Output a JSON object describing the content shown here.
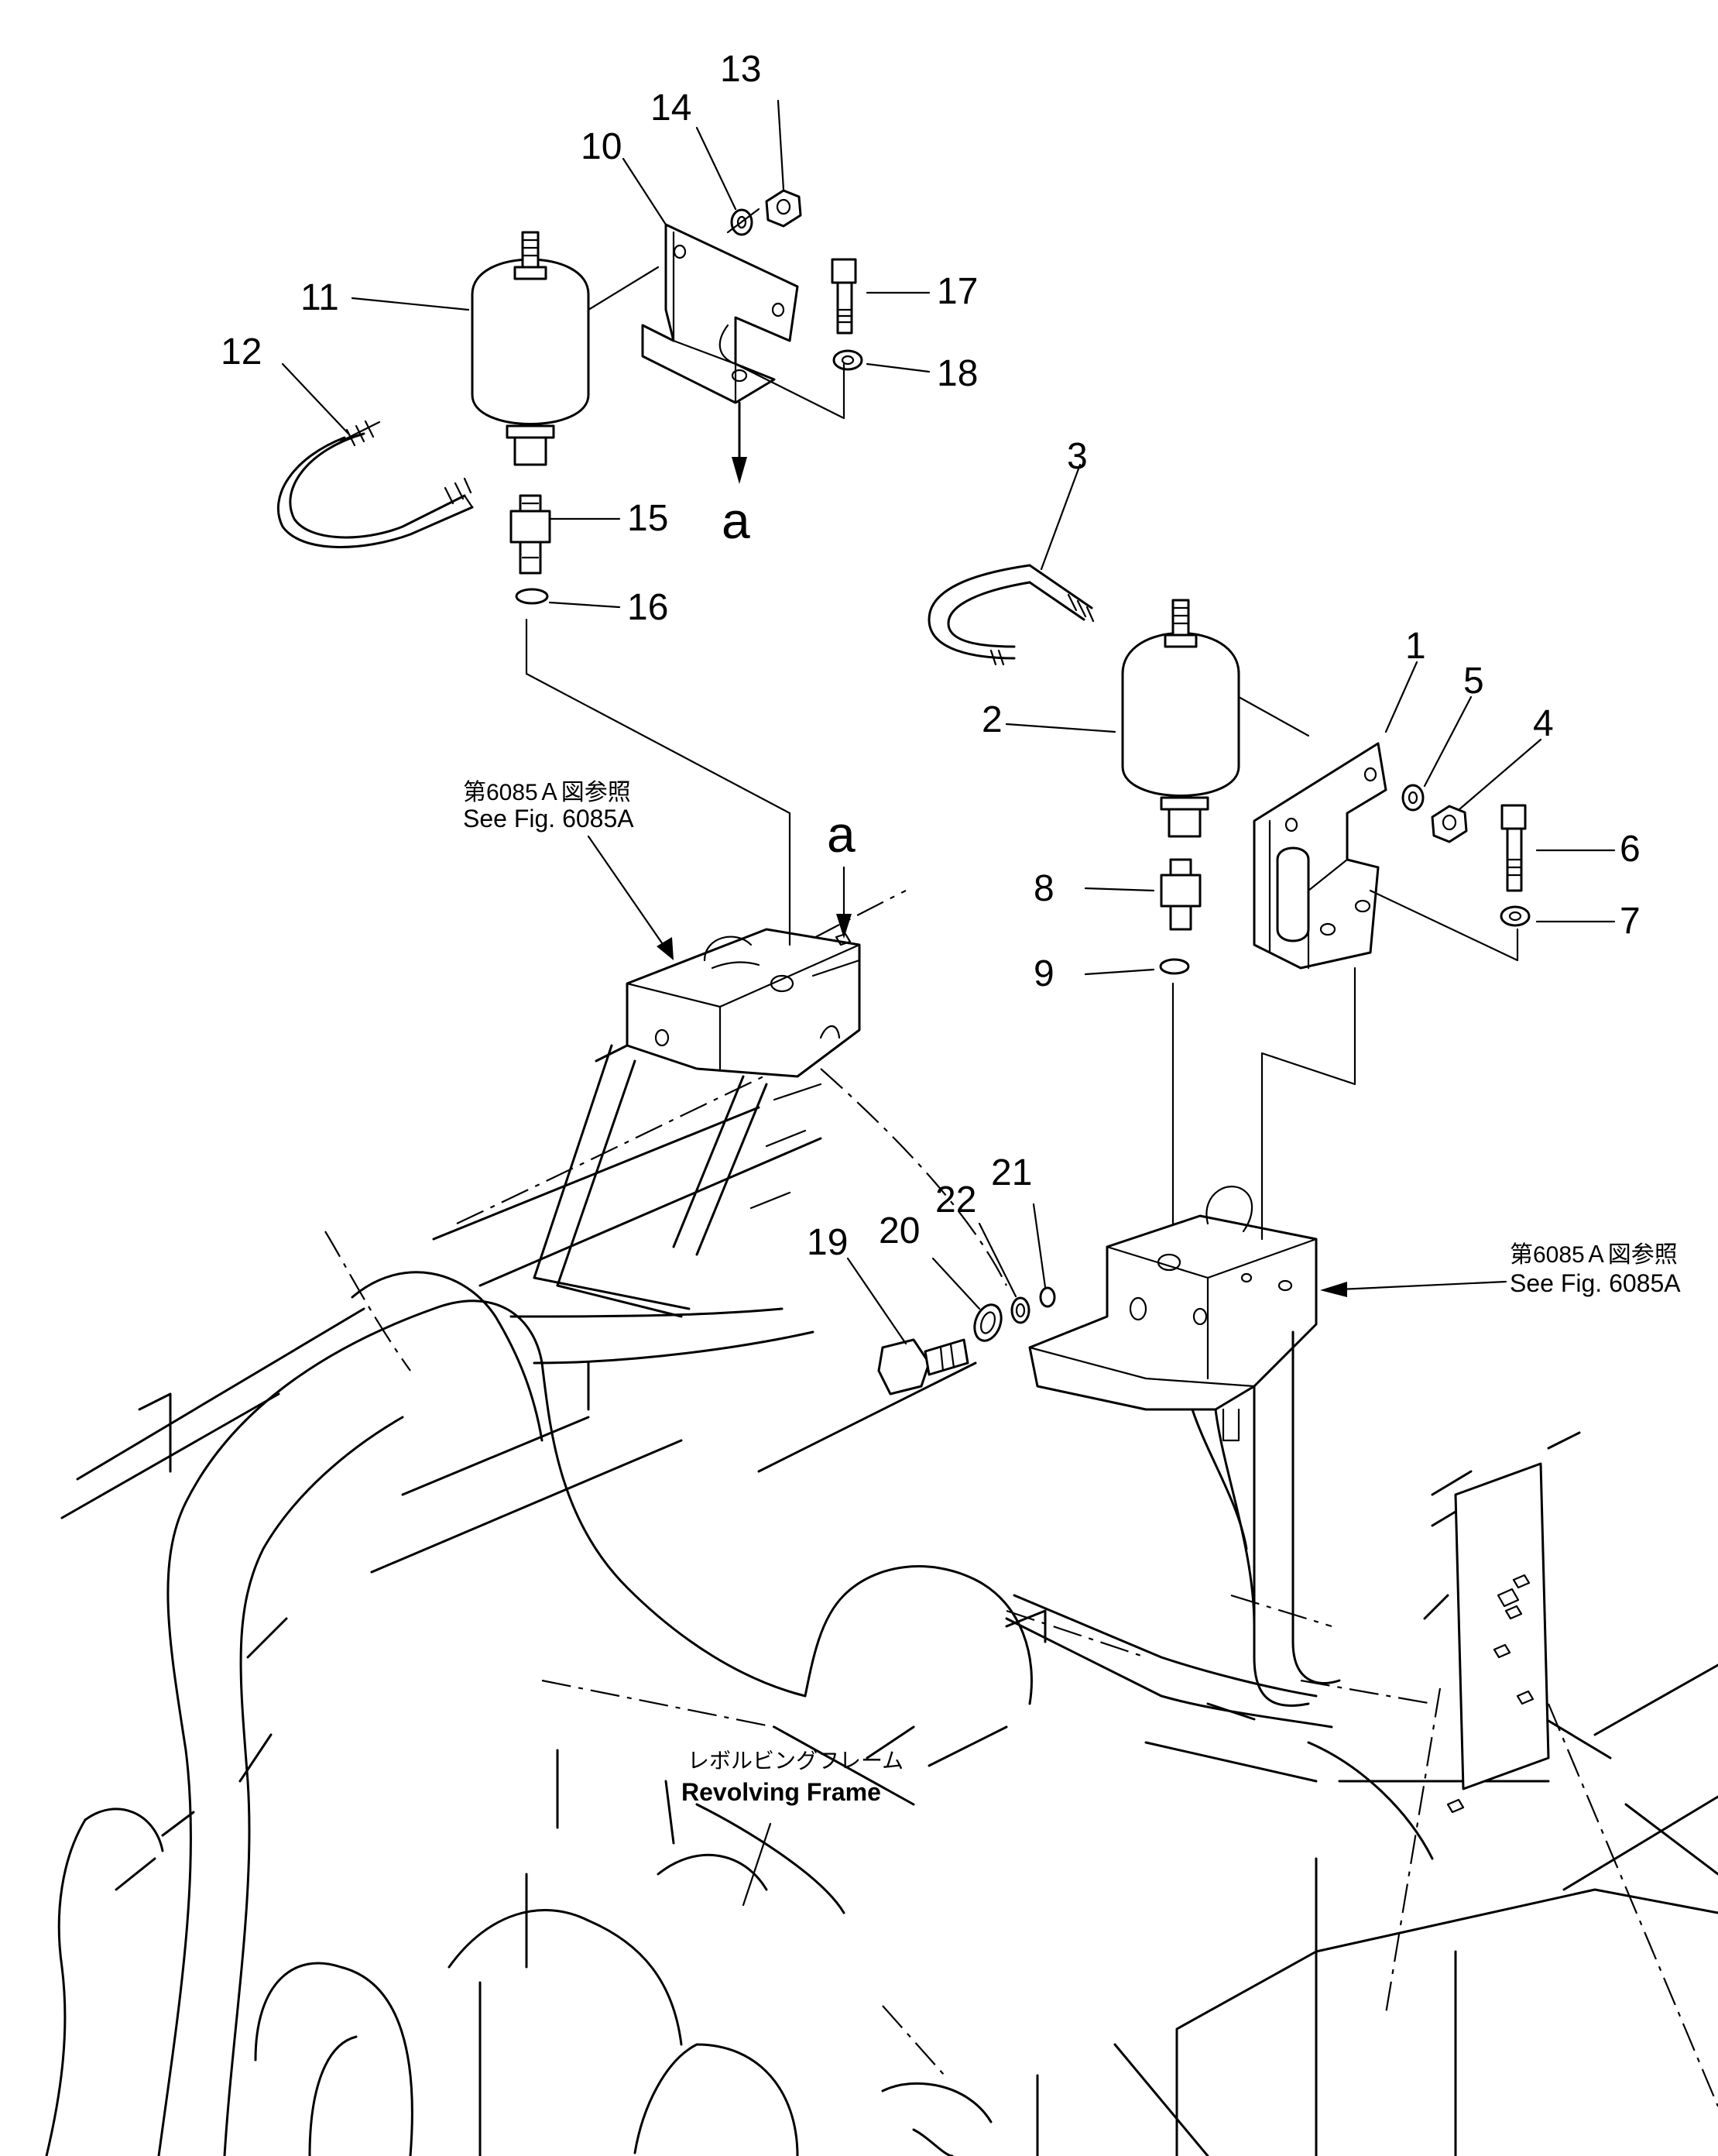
{
  "diagram": {
    "part_numbers": {
      "p1": "1",
      "p2": "2",
      "p3": "3",
      "p4": "4",
      "p5": "5",
      "p6": "6",
      "p7": "7",
      "p8": "8",
      "p9": "9",
      "p10": "10",
      "p11": "11",
      "p12": "12",
      "p13": "13",
      "p14": "14",
      "p15": "15",
      "p16": "16",
      "p17": "17",
      "p18": "18",
      "p19": "19",
      "p20": "20",
      "p21": "21",
      "p22": "22"
    },
    "arrow_labels": {
      "a_upper": "a",
      "a_lower": "a"
    },
    "references": {
      "left": {
        "jp": "第6085Ａ図参照",
        "en": "See  Fig.  6085A"
      },
      "right": {
        "jp": "第6085Ａ図参照",
        "en": "See  Fig.  6085A"
      }
    },
    "frame_label": {
      "jp": "レボルビングフレーム",
      "en": "Revolving  Frame"
    }
  }
}
